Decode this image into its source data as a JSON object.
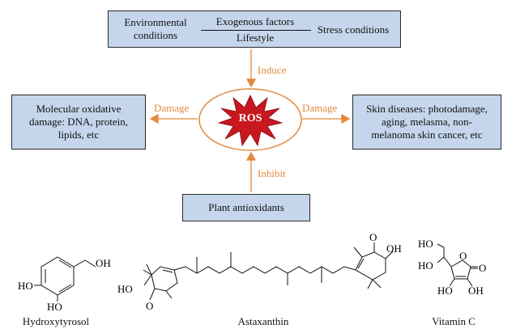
{
  "top_box": {
    "left": "Environmental conditions",
    "left_line1": "Environmental",
    "left_line2": "conditions",
    "middle_top": "Exogenous factors",
    "middle_bottom": "Lifestyle",
    "right": "Stress conditions"
  },
  "arrows": {
    "induce": "Induce",
    "damage_left": "Damage",
    "damage_right": "Damage",
    "inhibit": "Inhibit"
  },
  "center": {
    "label": "ROS"
  },
  "left_box": {
    "lines": [
      "Molecular oxidative",
      "damage: DNA, protein,",
      "lipids, etc"
    ]
  },
  "right_box": {
    "lines": [
      "Skin diseases: photodamage,",
      "aging, melasma, non-",
      "melanoma skin cancer, etc"
    ]
  },
  "bottom_box": {
    "label": "Plant antioxidants"
  },
  "molecules": {
    "hydroxytyrosol": {
      "caption": "Hydroxytyrosol",
      "oh": "OH",
      "ho1": "HO",
      "ho2": "HO"
    },
    "astaxanthin": {
      "caption": "Astaxanthin",
      "ho": "HO",
      "oh": "OH",
      "o1": "O",
      "o2": "O"
    },
    "vitamin_c": {
      "caption": "Vitamin C",
      "ho_top": "HO",
      "ho_mid": "HO",
      "ho_bot": "HO",
      "oh_bot": "OH",
      "o_ring": "O",
      "o_keto": "O"
    }
  },
  "colors": {
    "box_fill": "#c5d6ec",
    "arrow": "#e3893a",
    "ros_star": "#c8171f",
    "ellipse": "#e3893a"
  }
}
